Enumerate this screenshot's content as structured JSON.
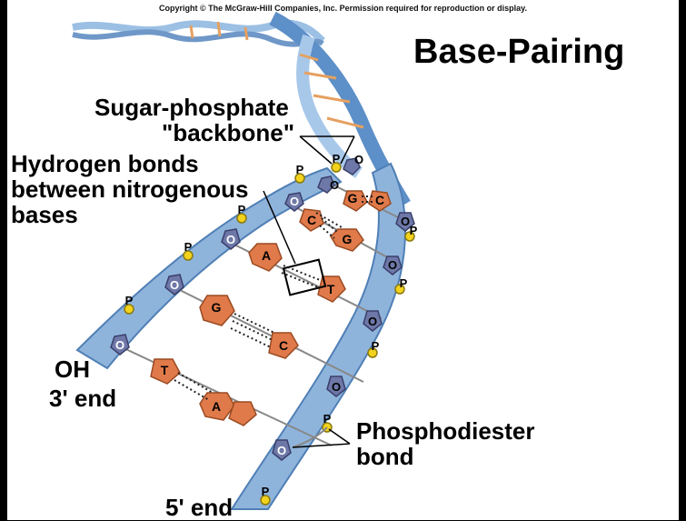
{
  "copyright": "Copyright © The McGraw-Hill Companies, Inc. Permission required for reproduction or display.",
  "title": "Base-Pairing",
  "labels": {
    "sugar_phosphate_line1": "Sugar-phosphate",
    "sugar_phosphate_line2": "\"backbone\"",
    "hydrogen_line1": "Hydrogen bonds",
    "hydrogen_line2": "between nitrogenous",
    "hydrogen_line3": "bases",
    "oh": "OH",
    "three_end": "3' end",
    "five_end": "5' end",
    "phosphodiester_line1": "Phosphodiester",
    "phosphodiester_line2": "bond"
  },
  "symbols": {
    "phosphate": "P",
    "sugar": "O"
  },
  "base_pairs": [
    {
      "left": "G",
      "right": "C"
    },
    {
      "left": "C",
      "right": "G"
    },
    {
      "left": "A",
      "right": "T"
    },
    {
      "left": "G",
      "right": "C"
    },
    {
      "left": "T",
      "right": "A"
    }
  ],
  "colors": {
    "background": "#ffffff",
    "backbone": "#8fb4dc",
    "backbone_dark": "#4f7fb5",
    "base": "#e07a4a",
    "sugar": "#6e78a8",
    "phosphate": "#f2d21c"
  }
}
